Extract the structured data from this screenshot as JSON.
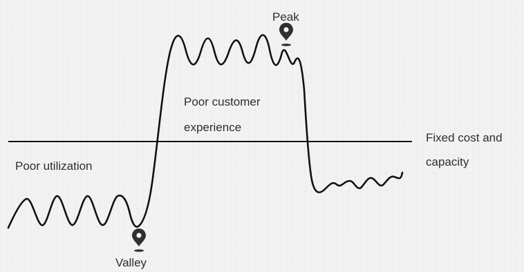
{
  "labels": {
    "peak": "Peak",
    "valley": "Valley",
    "poor_utilization": "Poor utilization",
    "poor_customer_line1": "Poor customer",
    "poor_customer_line2": "experience",
    "fixed_cost_line1": "Fixed cost and",
    "fixed_cost_line2": "capacity"
  },
  "icons": {
    "peak_marker": "map-pin-icon",
    "valley_marker": "map-pin-icon"
  },
  "colors": {
    "background": "#f2f2f2",
    "line": "#111111",
    "text": "#2e2e2e",
    "pin": "#2f2f2f"
  }
}
